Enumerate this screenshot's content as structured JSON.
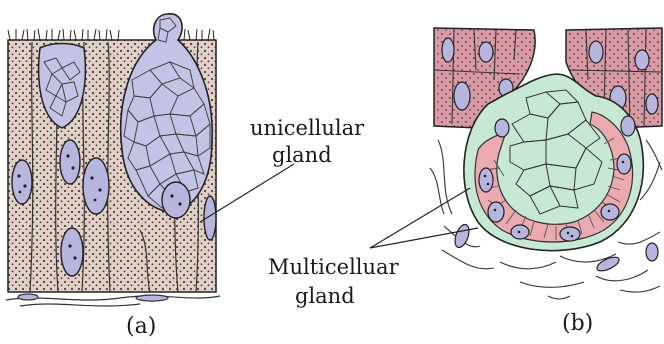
{
  "figure": {
    "panel_a": {
      "caption": "(a)",
      "label_line1": "unicellular",
      "label_line2": "gland"
    },
    "panel_b": {
      "caption": "(b)",
      "label_line1": "Multicelluar",
      "label_line2": "gland"
    }
  },
  "colors": {
    "tissue_a": "#e2cfc6",
    "tissue_b_epithelium": "#d99aa5",
    "gland_cells": "#c4c3e6",
    "acinus": "#c7e8d3",
    "gland_cells_b": "#eba9b0",
    "nucleus": "#b6b6df",
    "outline": "#222222"
  }
}
